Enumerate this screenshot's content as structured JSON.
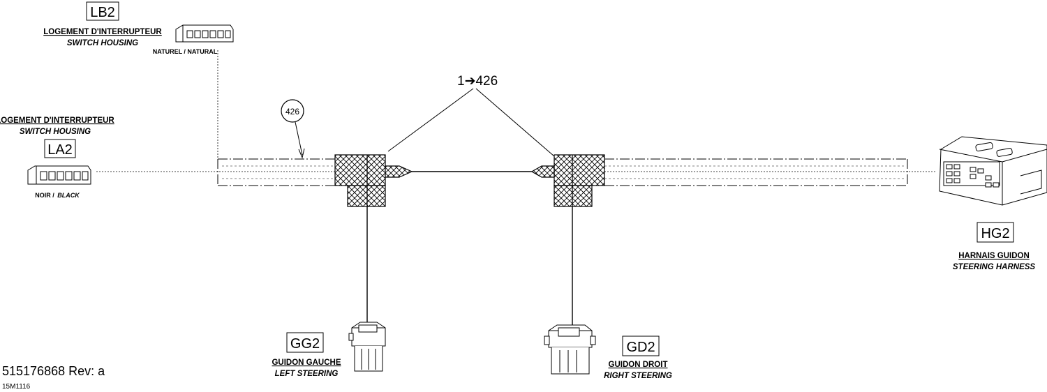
{
  "connectors": {
    "lb2": {
      "code": "LB2",
      "label_fr": "LOGEMENT D'INTERRUPTEUR",
      "label_en": "SWITCH HOUSING",
      "color": "NATUREL / NATURAL"
    },
    "la2": {
      "code": "LA2",
      "label_fr": "LOGEMENT D'INTERRUPTEUR",
      "label_en": "SWITCH HOUSING",
      "color_fr": "NOIR /",
      "color_en": "BLACK"
    },
    "hg2": {
      "code": "HG2",
      "label_fr": "HARNAIS GUIDON",
      "label_en": "STEERING HARNESS"
    },
    "gg2": {
      "code": "GG2",
      "label_fr": "GUIDON GAUCHE",
      "label_en": "LEFT STEERING"
    },
    "gd2": {
      "code": "GD2",
      "label_fr": "GUIDON DROIT",
      "label_en": "RIGHT STEERING"
    }
  },
  "callouts": {
    "part_bubble": "426",
    "range": "1➔426"
  },
  "footer": {
    "part_number": "515176868 Rev: a",
    "figure_id": "15M1116"
  }
}
